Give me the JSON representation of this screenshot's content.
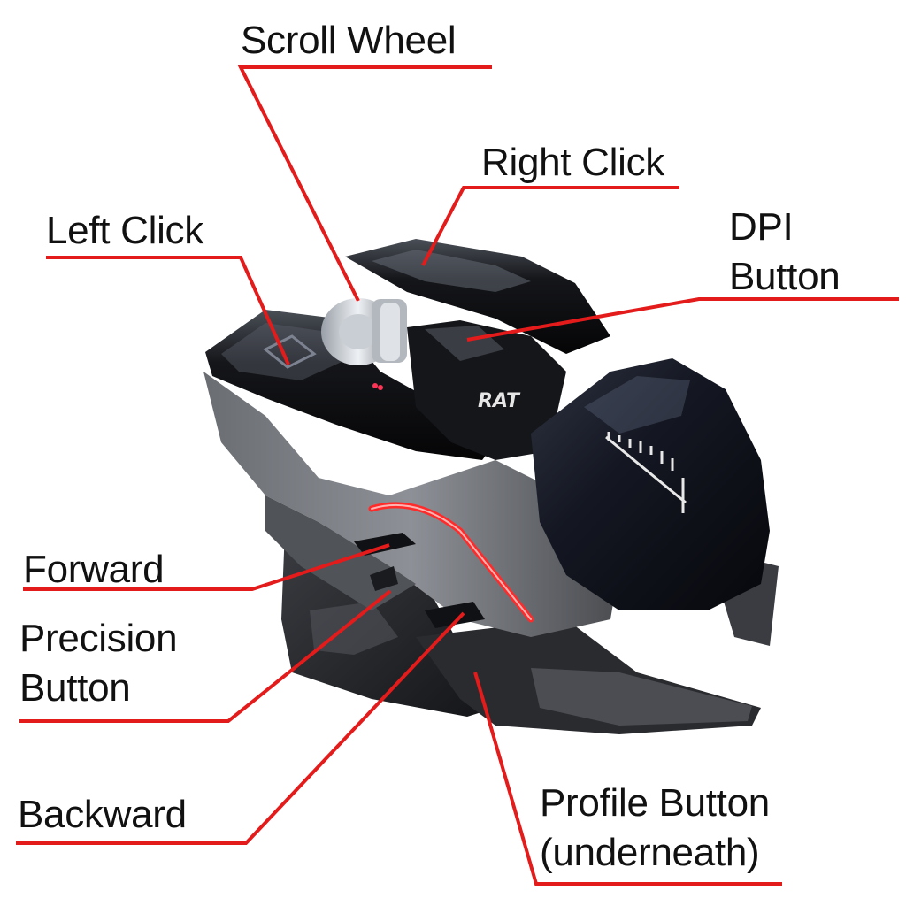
{
  "colors": {
    "leader": "#e31b1b",
    "background": "#ffffff",
    "text": "#111111"
  },
  "image": {
    "subject": "gaming-mouse-photo",
    "logo_text": "RAT"
  },
  "labels": {
    "scroll_wheel": "Scroll Wheel",
    "right_click": "Right Click",
    "left_click": "Left Click",
    "dpi_button": [
      "DPI",
      "Button"
    ],
    "forward": "Forward",
    "precision_button": [
      "Precision",
      "Button"
    ],
    "backward": "Backward",
    "profile_button": [
      "Profile Button",
      "(underneath)"
    ]
  }
}
